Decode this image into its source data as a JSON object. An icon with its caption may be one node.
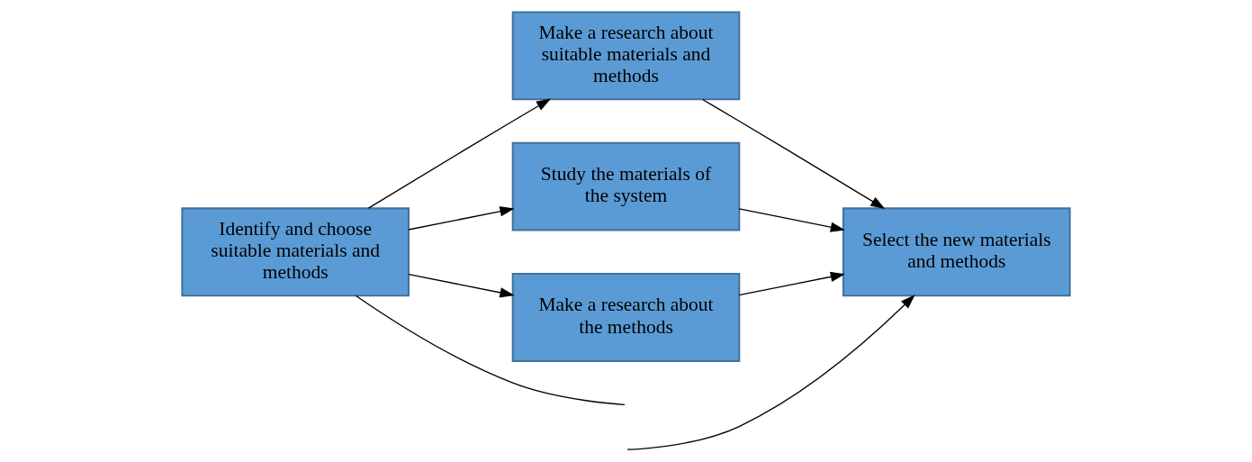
{
  "diagram": {
    "nodes": [
      {
        "text": [
          "Identify and choose suitable materials and methods"
        ]
      },
      {
        "text": [
          "Make a research about suitable materials and methods"
        ]
      },
      {
        "text": [
          "Study the materials of the system"
        ]
      },
      {
        "text": [
          "Make a research about the methods"
        ]
      },
      {
        "text": [
          "Select the new materials and methods"
        ]
      }
    ],
    "edges": [
      {
        "from": 0,
        "to": 1,
        "arrow": "to"
      },
      {
        "from": 0,
        "to": 2,
        "arrow": "to"
      },
      {
        "from": 0,
        "to": 3,
        "arrow": "to"
      },
      {
        "from": 1,
        "to": 4,
        "arrow": "to"
      },
      {
        "from": 2,
        "to": 4,
        "arrow": "to"
      },
      {
        "from": 3,
        "to": 4,
        "arrow": "to"
      },
      {
        "from": null,
        "to": 4,
        "arrow": "to"
      },
      {
        "from": 0,
        "to": null,
        "arrow": "none"
      }
    ]
  }
}
